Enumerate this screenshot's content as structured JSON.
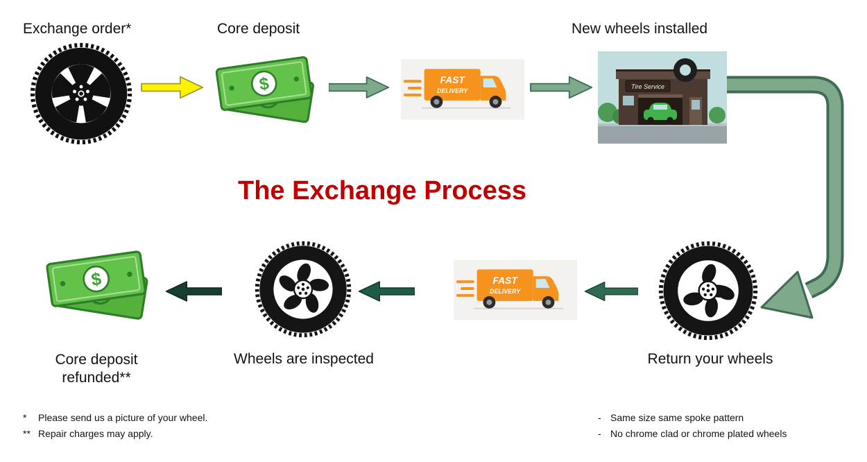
{
  "title": {
    "text": "The Exchange Process",
    "color": "#C00000"
  },
  "steps": {
    "exchange_order": "Exchange order*",
    "core_deposit": "Core deposit",
    "new_wheels_installed": "New wheels installed",
    "return_your_wheels": "Return your wheels",
    "wheels_are_inspected": "Wheels are inspected",
    "core_deposit_refunded": "Core deposit refunded**"
  },
  "truck": {
    "line1": "FAST",
    "line2": "DELIVERY"
  },
  "shop": {
    "sign": "Tire Service"
  },
  "money": {
    "symbol": "$"
  },
  "footnotes": {
    "left": [
      {
        "marker": "*",
        "text": "Please send us a picture of your wheel."
      },
      {
        "marker": "**",
        "text": "Repair charges may apply."
      }
    ],
    "right": [
      {
        "marker": "-",
        "text": "Same size same spoke pattern"
      },
      {
        "marker": "-",
        "text": "No chrome clad or chrome plated wheels"
      }
    ]
  },
  "colors": {
    "title_red": "#C00000",
    "arrow_yellow": "#FFF200",
    "arrow_sage_green": "#7FA98B",
    "arrow_dark_green": "#1F5A44",
    "arrow_darkest_green": "#173F31",
    "money_green": "#63C24A",
    "truck_orange": "#F6921E",
    "wheel_black": "#111111"
  }
}
